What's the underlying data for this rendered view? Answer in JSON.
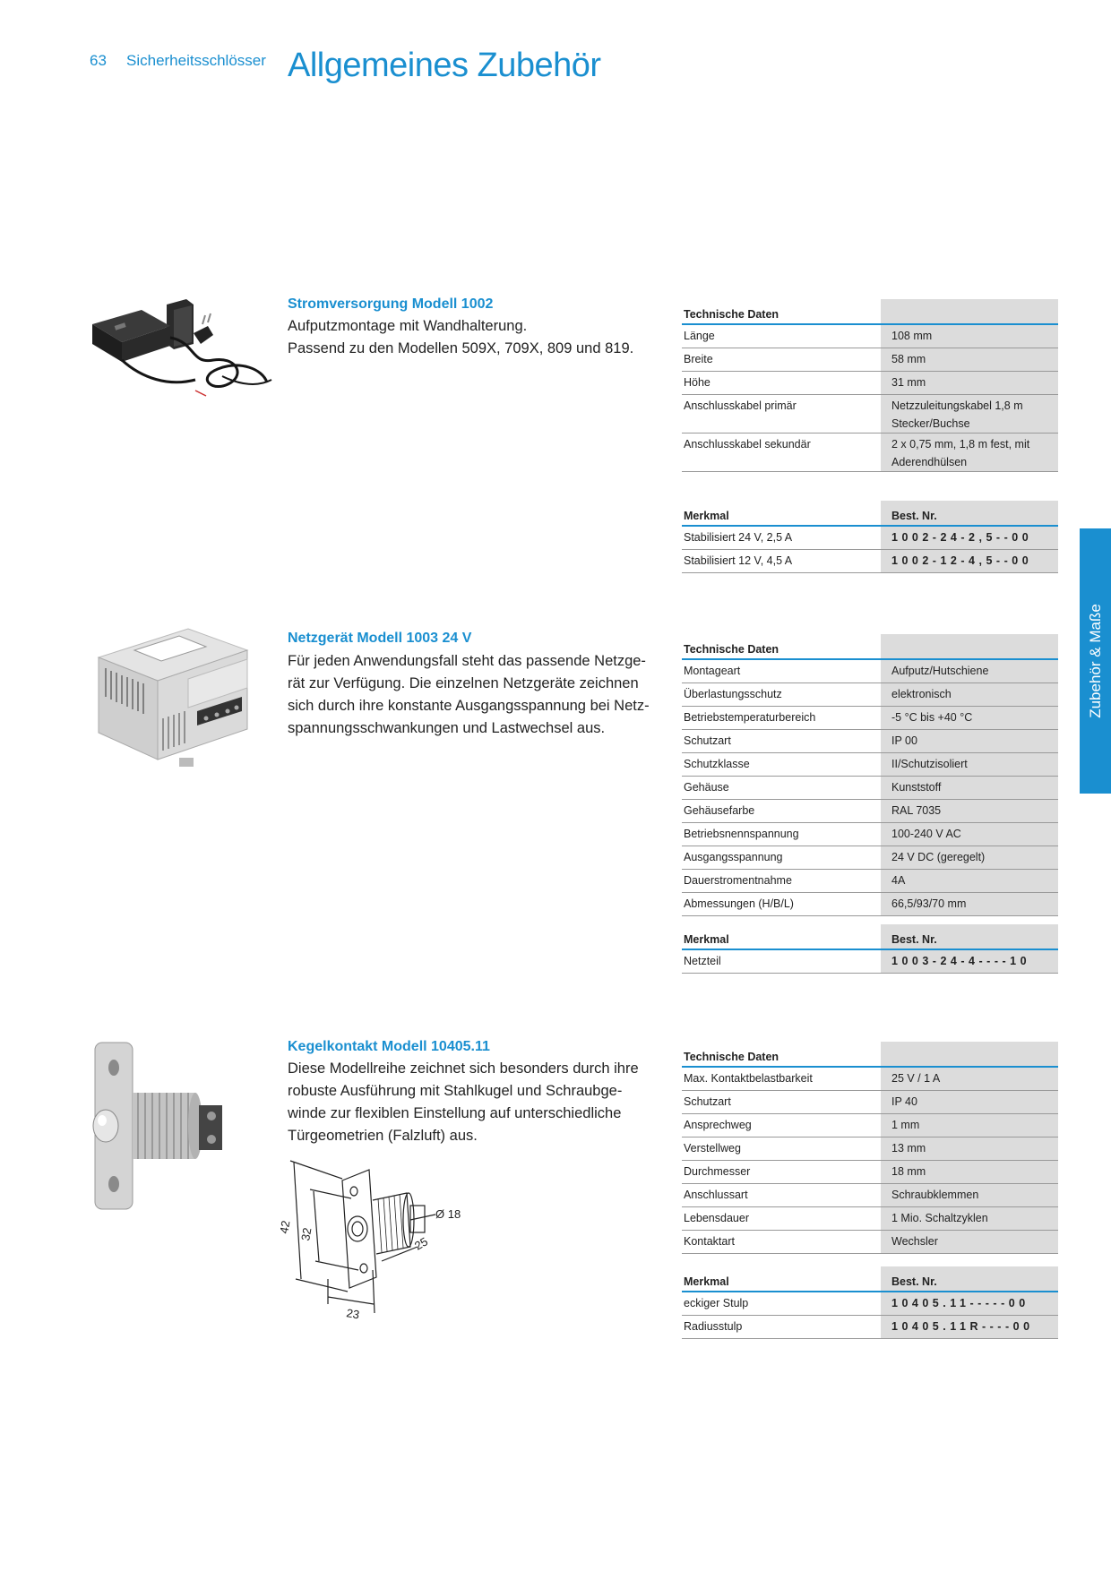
{
  "header": {
    "page_number": "63",
    "section": "Sicherheitsschlösser",
    "title": "Allgemeines Zubehör"
  },
  "side_tab": "Zubehör & Maße",
  "products": [
    {
      "heading": "Stromversorgung Modell 1002",
      "text": [
        "Aufputzmontage mit Wandhalterung.",
        "Passend zu den Modellen 509X, 709X, 809 und 819."
      ],
      "spec_header": "Technische Daten",
      "specs": [
        {
          "label": "Länge",
          "value": "108 mm"
        },
        {
          "label": "Breite",
          "value": "58 mm"
        },
        {
          "label": "Höhe",
          "value": "31 mm"
        },
        {
          "label": "Anschlusskabel primär",
          "value": "Netzzuleitungskabel 1,8 m",
          "value2": "Stecker/Buchse"
        },
        {
          "label": "Anschlusskabel sekundär",
          "value": "2 x 0,75 mm, 1,8 m fest, mit",
          "value2": "Aderendhülsen"
        }
      ],
      "order_header": "Merkmal",
      "order_col": "Best. Nr.",
      "orders": [
        {
          "label": "Stabilisiert 24 V, 2,5 A",
          "code": "1002-24-2,5--00"
        },
        {
          "label": "Stabilisiert 12 V, 4,5 A",
          "code": "1002-12-4,5--00"
        }
      ]
    },
    {
      "heading": "Netzgerät Modell 1003 24 V",
      "text": [
        "Für jeden Anwendungsfall steht das passende Netzge-",
        "rät zur Verfügung. Die einzelnen Netzgeräte zeichnen",
        "sich durch ihre konstante Ausgangsspannung bei Netz-",
        "spannungsschwankungen und Lastwechsel aus."
      ],
      "spec_header": "Technische Daten",
      "specs": [
        {
          "label": "Montageart",
          "value": "Aufputz/Hutschiene"
        },
        {
          "label": "Überlastungsschutz",
          "value": "elektronisch"
        },
        {
          "label": "Betriebstemperaturbereich",
          "value": "-5 °C bis +40 °C"
        },
        {
          "label": "Schutzart",
          "value": "IP 00"
        },
        {
          "label": "Schutzklasse",
          "value": "II/Schutzisoliert"
        },
        {
          "label": "Gehäuse",
          "value": "Kunststoff"
        },
        {
          "label": "Gehäusefarbe",
          "value": "RAL 7035"
        },
        {
          "label": "Betriebsnennspannung",
          "value": "100-240 V AC"
        },
        {
          "label": "Ausgangsspannung",
          "value": "24 V DC (geregelt)"
        },
        {
          "label": "Dauerstromentnahme",
          "value": "4A"
        },
        {
          "label": "Abmessungen (H/B/L)",
          "value": "66,5/93/70 mm"
        }
      ],
      "order_header": "Merkmal",
      "order_col": "Best. Nr.",
      "orders": [
        {
          "label": "Netzteil",
          "code": "1003-24-4----10"
        }
      ]
    },
    {
      "heading": "Kegelkontakt Modell 10405.11",
      "text": [
        "Diese Modellreihe zeichnet sich besonders durch ihre",
        "robuste Ausführung mit Stahlkugel und Schraubge-",
        "winde zur flexiblen Einstellung auf unterschiedliche",
        "Türgeometrien (Falzluft) aus."
      ],
      "spec_header": "Technische Daten",
      "specs": [
        {
          "label": "Max. Kontaktbelastbarkeit",
          "value": "25 V / 1 A"
        },
        {
          "label": "Schutzart",
          "value": "IP 40"
        },
        {
          "label": "Ansprechweg",
          "value": "1 mm"
        },
        {
          "label": "Verstellweg",
          "value": "13 mm"
        },
        {
          "label": "Durchmesser",
          "value": "18 mm"
        },
        {
          "label": "Anschlussart",
          "value": "Schraubklemmen"
        },
        {
          "label": "Lebensdauer",
          "value": "1 Mio. Schaltzyklen"
        },
        {
          "label": "Kontaktart",
          "value": "Wechsler"
        }
      ],
      "order_header": "Merkmal",
      "order_col": "Best. Nr.",
      "orders": [
        {
          "label": "eckiger Stulp",
          "code": "10405.11-----00"
        },
        {
          "label": "Radiusstulp",
          "code": "10405.11R----00"
        }
      ],
      "dimensions": {
        "d1": "42",
        "d2": "32",
        "d3": "Ø 18",
        "d4": "25",
        "d5": "23"
      }
    }
  ]
}
